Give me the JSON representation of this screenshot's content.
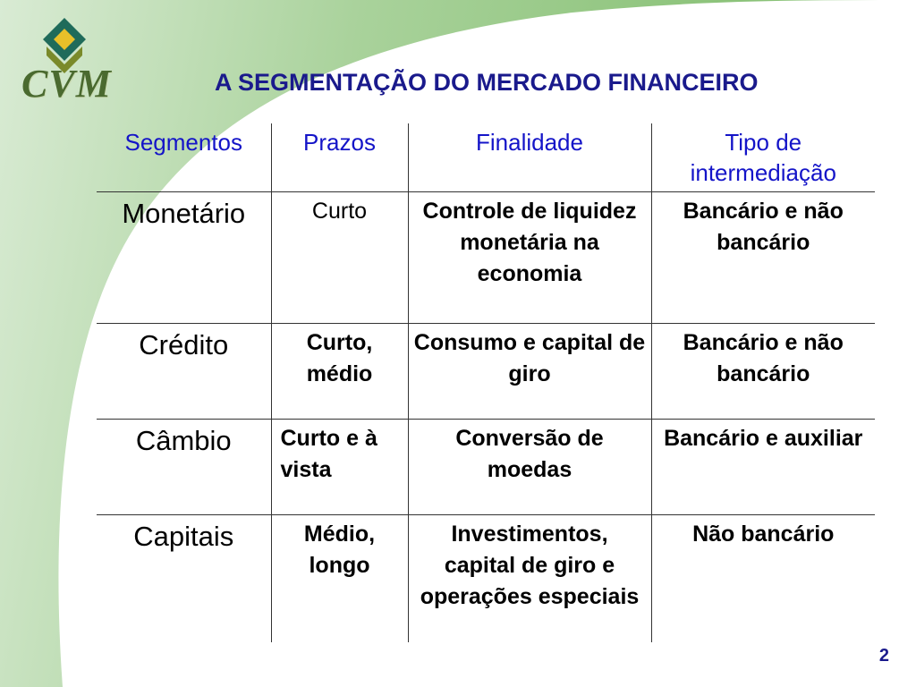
{
  "header": {
    "logo_text": "CVM",
    "title": "A SEGMENTAÇÃO DO MERCADO FINANCEIRO"
  },
  "table": {
    "headers": [
      "Segmentos",
      "Prazos",
      "Finalidade",
      "Tipo de intermediação"
    ],
    "rows": [
      {
        "segmento": "Monetário",
        "prazo": "Curto",
        "finalidade": "Controle de liquidez monetária na economia",
        "tipo": "Bancário e não bancário"
      },
      {
        "segmento": "Crédito",
        "prazo": "Curto, médio",
        "finalidade": "Consumo e capital de giro",
        "tipo": "Bancário e não bancário"
      },
      {
        "segmento": "Câmbio",
        "prazo": "Curto e à vista",
        "finalidade": "Conversão de moedas",
        "tipo": "Bancário e auxiliar"
      },
      {
        "segmento": "Capitais",
        "prazo": "Médio, longo",
        "finalidade": "Investimentos, capital de giro e operações especiais",
        "tipo": "Não bancário"
      }
    ]
  },
  "footer": {
    "page_number": "2"
  },
  "colors": {
    "title": "#1a1a8c",
    "header_text": "#1414c8",
    "logo": "#4a6a2f"
  }
}
